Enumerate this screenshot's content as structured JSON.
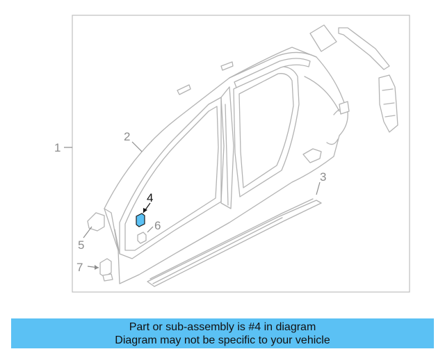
{
  "diagram": {
    "callouts": [
      "1",
      "2",
      "3",
      "4",
      "5",
      "6",
      "7"
    ],
    "highlight_color": "#5bc1f4"
  },
  "banner": {
    "line1": "Part or sub-assembly is #4 in diagram",
    "line2": "Diagram may not be specific to your vehicle",
    "background": "#5bc1f4"
  }
}
